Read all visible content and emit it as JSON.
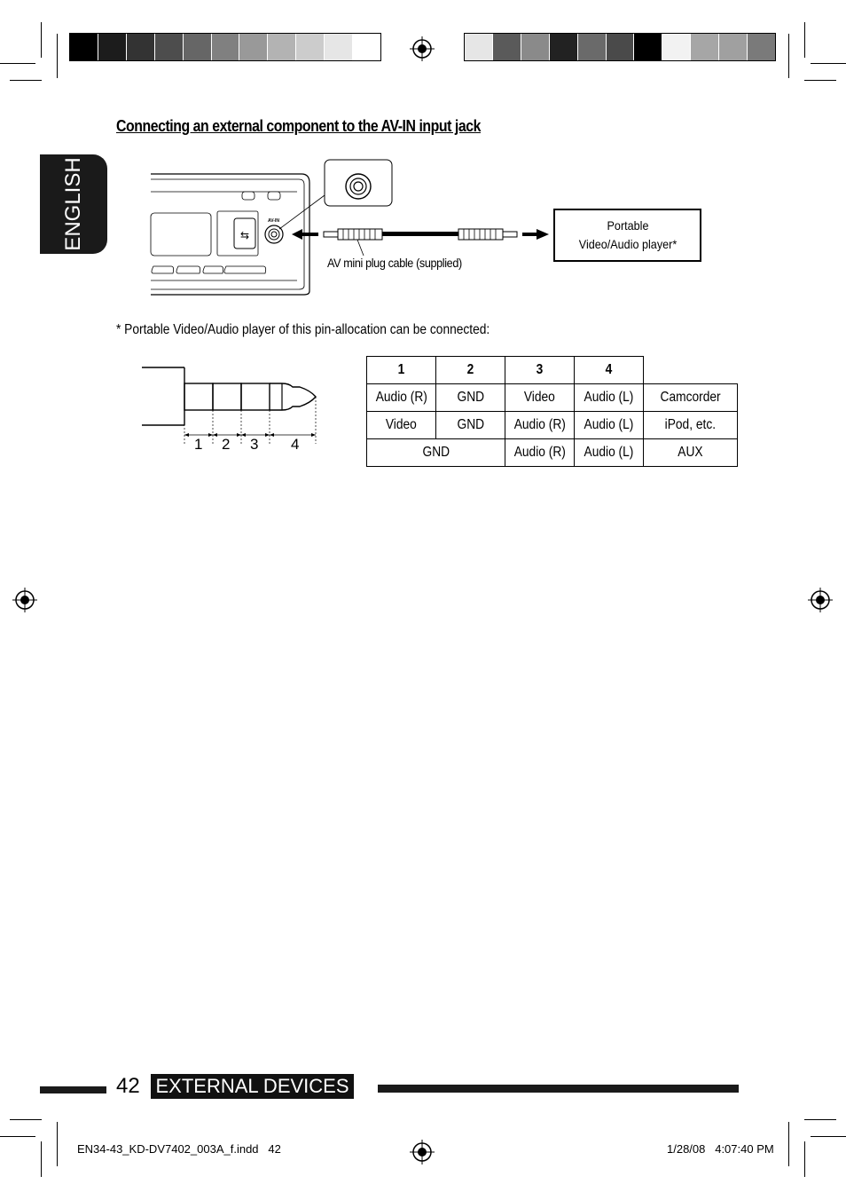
{
  "heading": "Connecting an external component to the AV-IN input jack",
  "language_tab": "ENGLISH",
  "diagram": {
    "jack_label": "AV-IN",
    "cable_label": "AV mini plug cable (supplied)",
    "player_label": "Portable Video/Audio player*",
    "plug_segments": [
      "1",
      "2",
      "3",
      "4"
    ]
  },
  "note": "*  Portable Video/Audio player of this pin-allocation can be connected:",
  "pin_table": {
    "headers": [
      "1",
      "2",
      "3",
      "4"
    ],
    "rows": [
      [
        "Audio (R)",
        "GND",
        "Video",
        "Audio (L)",
        "Camcorder"
      ],
      [
        "Video",
        "GND",
        "Audio (R)",
        "Audio (L)",
        "iPod, etc."
      ],
      [
        "GND",
        "Audio (R)",
        "Audio (L)",
        "AUX"
      ]
    ]
  },
  "footer": {
    "page_number": "42",
    "section": "EXTERNAL DEVICES",
    "slug_left": "EN34-43_KD-DV7402_003A_f.indd   42",
    "slug_right": "1/28/08   4:07:40 PM"
  },
  "colors": {
    "bar_left": [
      "#000000",
      "#1c1c1c",
      "#333333",
      "#4d4d4d",
      "#666666",
      "#808080",
      "#999999",
      "#b3b3b3",
      "#cccccc",
      "#e6e6e6",
      "#ffffff"
    ],
    "bar_right": [
      "#e6e6e6",
      "#5a5a5a",
      "#8a8a8a",
      "#222222",
      "#6a6a6a",
      "#4a4a4a",
      "#000000",
      "#f2f2f2",
      "#a6a6a6",
      "#a0a0a0",
      "#7a7a7a"
    ]
  }
}
